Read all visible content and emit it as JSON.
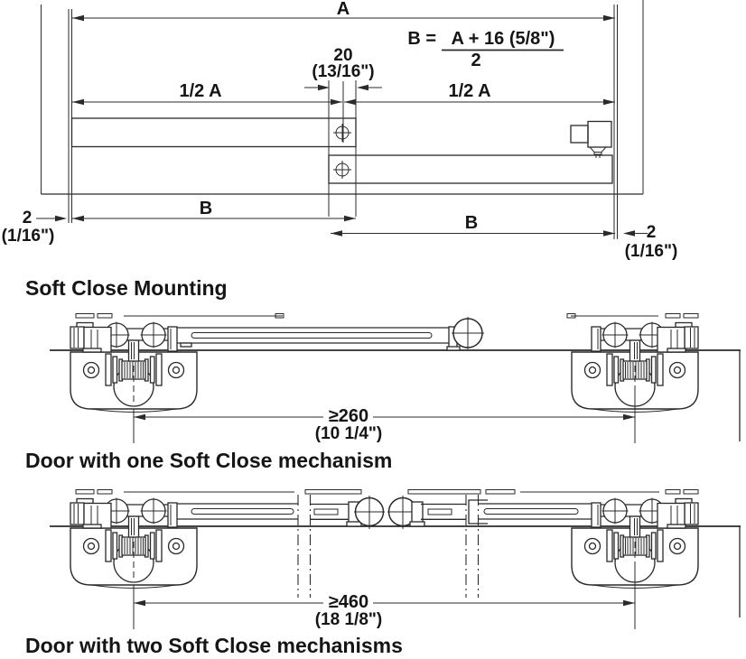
{
  "heading": {
    "title": "Soft Close Mounting"
  },
  "top": {
    "a": "A",
    "formula_lhs": "B =",
    "formula_num": "A + 16 (5/8\")",
    "formula_den": "2",
    "half_a_left": "1/2 A",
    "half_a_right": "1/2 A",
    "d20_mm": "20",
    "d20_in": "(13/16\")",
    "b_left": "B",
    "b_right": "B",
    "d2_left_mm": "2",
    "d2_left_in": "(1/16\")",
    "d2_right_mm": "2",
    "d2_right_in": "(1/16\")"
  },
  "one_mech": {
    "dim_mm": "≥260",
    "dim_in": "(10 1/4\")",
    "caption": "Door with one Soft Close mechanism"
  },
  "two_mech": {
    "dim_mm": "≥460",
    "dim_in": "(18 1/8\")",
    "caption": "Door with two Soft Close mechanisms"
  }
}
